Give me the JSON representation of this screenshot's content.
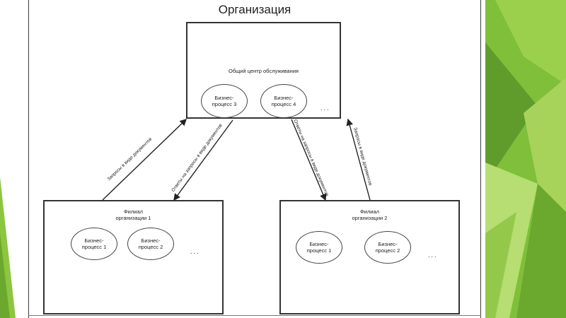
{
  "title": "Организация",
  "center": {
    "label": "Общий центр обслуживания",
    "processes": [
      "Бизнес-\nпроцесс 3",
      "Бизнес-\nпроцесс 4"
    ],
    "more": "..."
  },
  "branch1": {
    "label": "Филиал\nорганизации 1",
    "processes": [
      "Бизнес-\nпроцесс 1",
      "Бизнес-\nпроцесс 2"
    ],
    "more": "..."
  },
  "branch2": {
    "label": "Филиал\nорганизации 2",
    "processes": [
      "Бизнес-\nпроцесс 1",
      "Бизнес-\nпроцесс 2"
    ],
    "more": "..."
  },
  "arrows": {
    "requests": "Запросы в виде документов",
    "responses": "Ответы на запросы в виде документов"
  },
  "colors": {
    "green_light": "#a8d35a",
    "green_mid": "#8cc63f",
    "green_dark": "#6aa82e",
    "line": "#333333"
  }
}
